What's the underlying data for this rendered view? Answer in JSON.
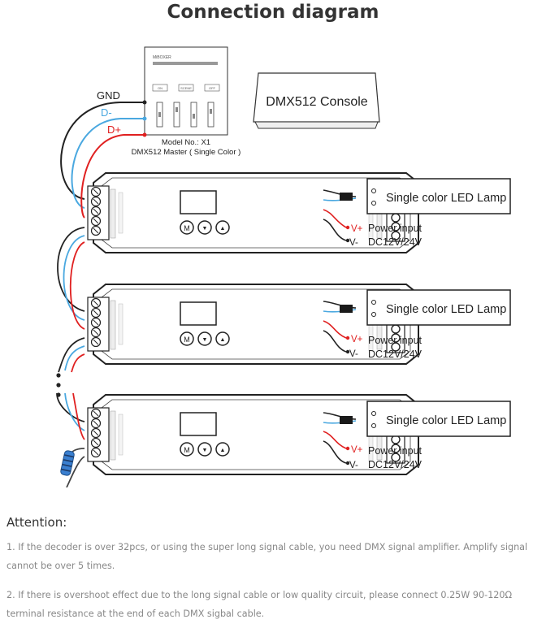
{
  "title": "Connection diagram",
  "master": {
    "brand": "MiBOXER",
    "buttons": [
      "ON",
      "SCENE",
      "OFF"
    ],
    "model": "Model No.: X1",
    "name": "DMX512 Master ( Single Color )"
  },
  "console": "DMX512 Console",
  "signals": {
    "gnd": "GND",
    "dminus": "D-",
    "dplus": "D+"
  },
  "decoders": [
    {
      "lamp": "Single color LED Lamp",
      "power_label": "Power input",
      "voltage": "DC12V/24V",
      "vplus": "V+",
      "vminus": "V-"
    },
    {
      "lamp": "Single color LED Lamp",
      "power_label": "Power input",
      "voltage": "DC12V/24V",
      "vplus": "V+",
      "vminus": "V-"
    },
    {
      "lamp": "Single color LED Lamp",
      "power_label": "Power input",
      "voltage": "DC12V/24V",
      "vplus": "V+",
      "vminus": "V-"
    }
  ],
  "decoder_buttons": [
    "M",
    "▼",
    "▲"
  ],
  "attention": {
    "heading": "Attention:",
    "notes": [
      "1. If the decoder is over 32pcs, or using the super long signal cable, you need DMX signal amplifier. Amplify signal cannot be over 5 times.",
      "2. If there is overshoot effect due to the long signal cable or low quality circuit, please connect 0.25W 90-120Ω terminal resistance at the end of each DMX sigbal cable."
    ]
  },
  "colors": {
    "gnd": "#222222",
    "dminus": "#4aa8e0",
    "dplus": "#e02020",
    "note_text": "#888888",
    "terminal_resistor": "#3a7fd0"
  }
}
